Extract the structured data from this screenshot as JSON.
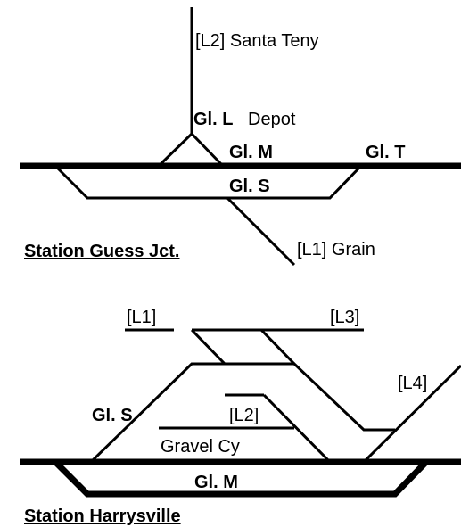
{
  "colors": {
    "track": "#000000",
    "background": "#ffffff"
  },
  "guess": {
    "branch_l2": "[L2] Santa Teny",
    "track_l_name": "Gl. L",
    "track_l_desc": "Depot",
    "track_m": "Gl. M",
    "track_t": "Gl. T",
    "track_s": "Gl. S",
    "branch_l1": "[L1] Grain",
    "station_name": "Station Guess Jct."
  },
  "harrys": {
    "l1": "[L1]",
    "l3": "[L3]",
    "l4": "[L4]",
    "track_s": "Gl. S",
    "l2": "[L2]",
    "gravel": "Gravel Cy",
    "track_m": "Gl. M",
    "station_name": "Station Harrysville"
  }
}
